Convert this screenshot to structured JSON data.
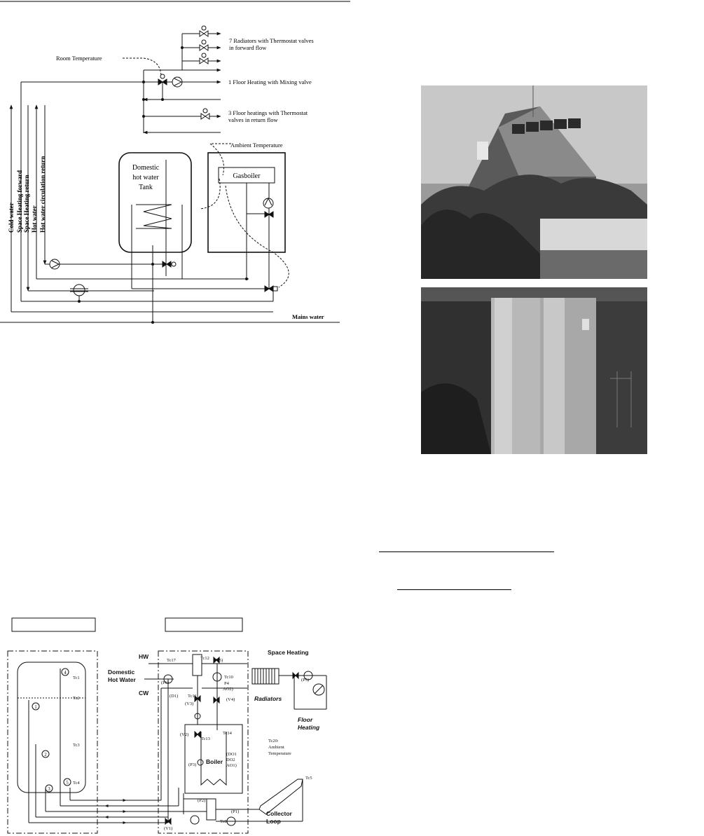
{
  "top_diagram": {
    "outputs": {
      "radiators": "7 Radiators with Thermostat valves",
      "radiators_line2": "in forward flow",
      "floor_mixing": "1 Floor Heating with Mixing valve",
      "floor_thermo": "3 Floor heatings with Thermostat",
      "floor_thermo_line2": "valves in return flow"
    },
    "room_temperature": "Room Temperature",
    "ambient_temperature": "Ambient Temperature",
    "tank_label": [
      "Domestic",
      "hot water",
      "Tank"
    ],
    "gasboiler": "Gasboiler",
    "mains_water": "Mains water",
    "pipes": [
      "Cold water",
      "Space Heating forward",
      "Space Heating return",
      "Hot water",
      "Hot water circulation return"
    ]
  },
  "photos": {
    "house": {
      "icon": "house-photo"
    },
    "tanks": {
      "icon": "tanks-photo"
    }
  },
  "bottom_diagram": {
    "hw": "HW",
    "cw": "CW",
    "domestic_hot_water": [
      "Domestic",
      "Hot Water"
    ],
    "space_heating": "Space Heating",
    "radiators": "Radiators",
    "floor_heating": [
      "Floor",
      "Heating"
    ],
    "boiler": "Boiler",
    "collector_loop": [
      "Collector",
      "Loop"
    ],
    "ambient": [
      "Tc20:",
      "Ambient",
      "Temperature"
    ],
    "sensors": [
      "Tc1",
      "Tc2",
      "Tc3",
      "Tc4",
      "Tc5",
      "Tc8",
      "Tc10",
      "Tc11",
      "Tc12",
      "Tc13",
      "Tc14",
      "Tc17"
    ],
    "components": [
      "(V5)",
      "(P6)",
      "(D1)",
      "(V3)",
      "(V4)",
      "(V2)",
      "(V1)",
      "(P2)",
      "(P1)",
      "(P3)",
      "(P5)",
      "P4",
      "AO2)",
      "(DO1",
      "DO2",
      "AO1)"
    ],
    "ports": [
      "1",
      "2",
      "3",
      "4",
      "5"
    ]
  }
}
